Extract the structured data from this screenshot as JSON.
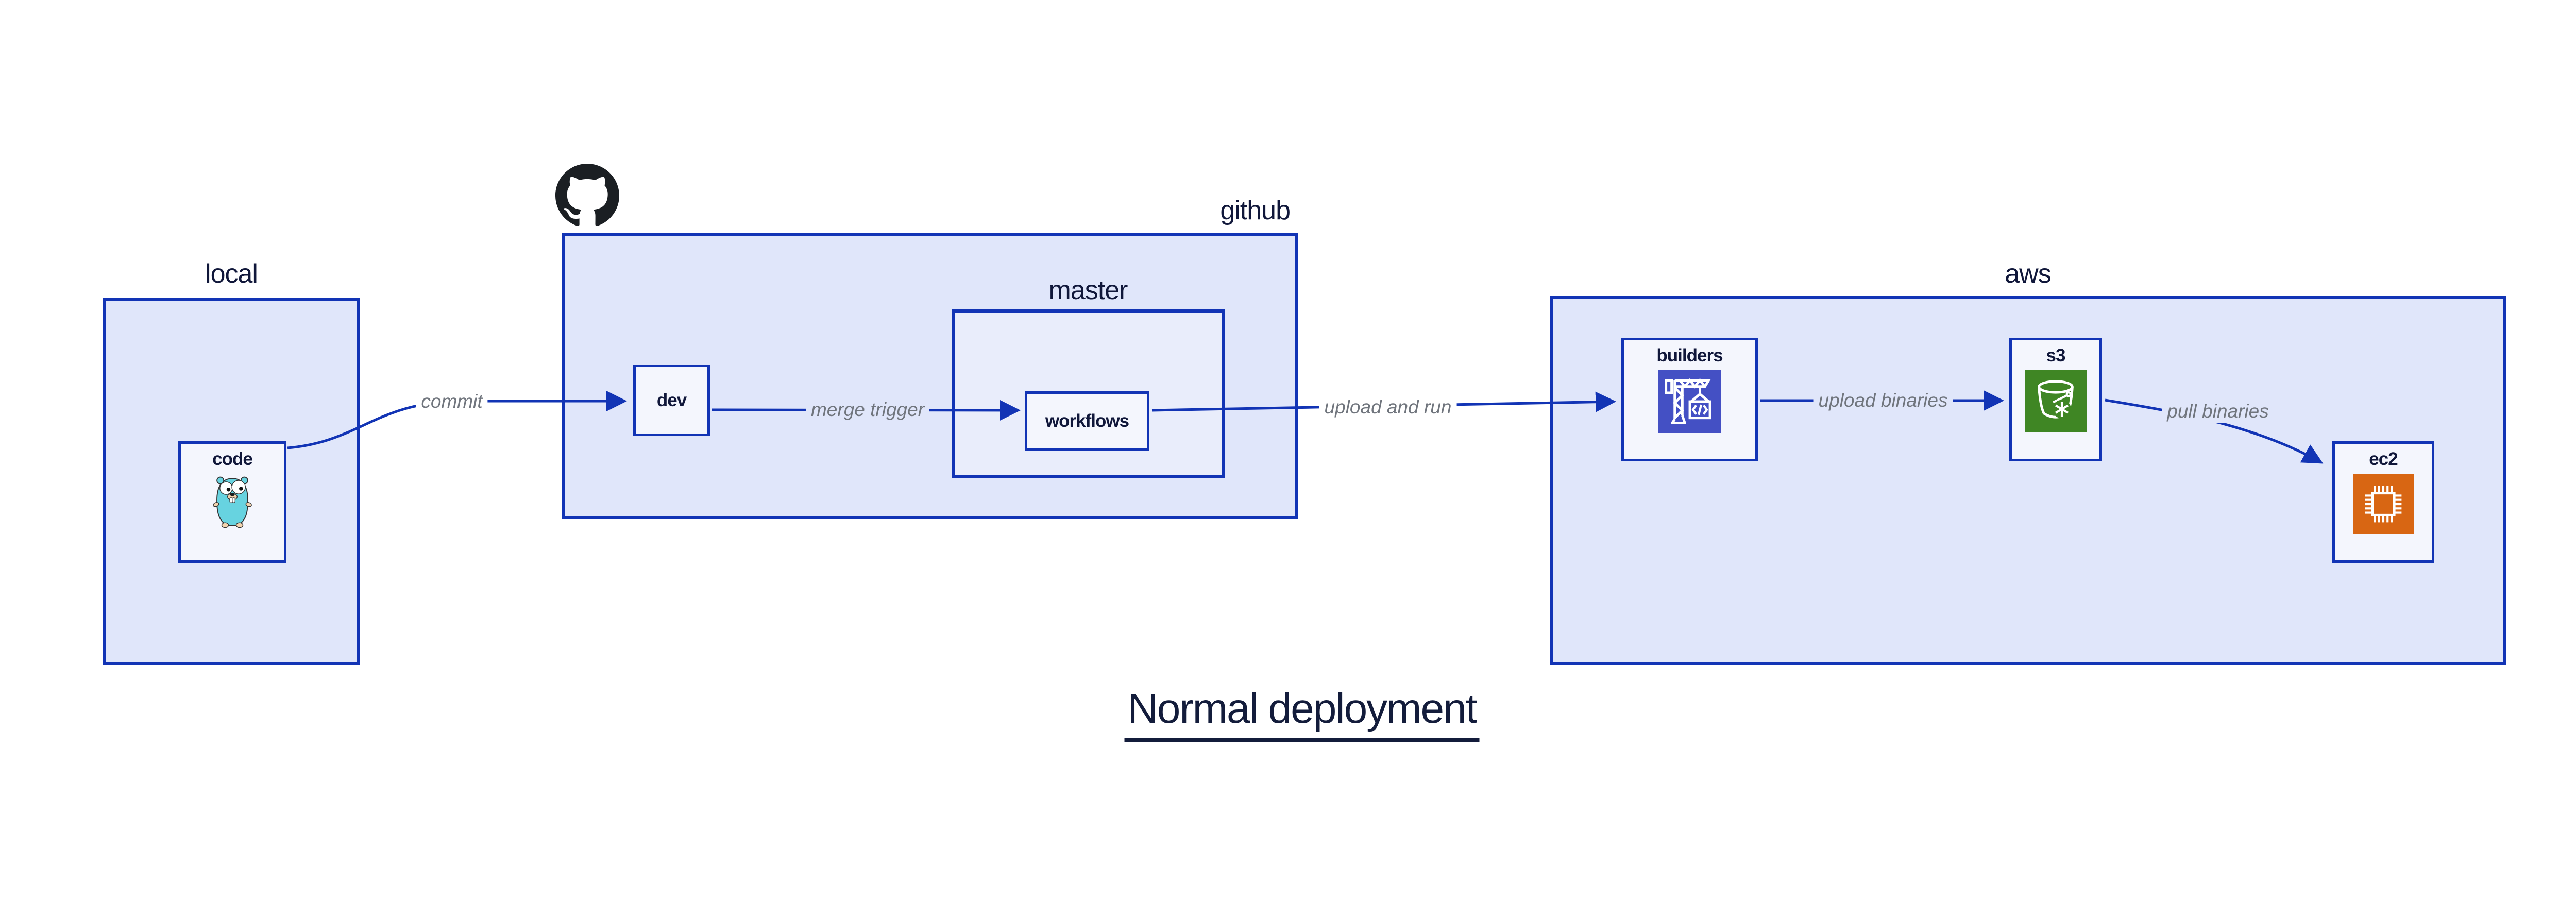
{
  "title": "Normal deployment",
  "containers": {
    "local": {
      "label": "local"
    },
    "github": {
      "label": "github",
      "badge_icon": "github-octocat-icon"
    },
    "master": {
      "label": "master"
    },
    "aws": {
      "label": "aws"
    }
  },
  "nodes": {
    "code": {
      "label": "code",
      "icon": "go-gopher-icon"
    },
    "dev": {
      "label": "dev"
    },
    "workflows": {
      "label": "workflows"
    },
    "builders": {
      "label": "builders",
      "icon": "codebuild-crane-icon"
    },
    "s3": {
      "label": "s3",
      "icon": "s3-bucket-icon"
    },
    "ec2": {
      "label": "ec2",
      "icon": "ec2-chip-icon"
    }
  },
  "edges": [
    {
      "from": "code",
      "to": "dev",
      "label": "commit"
    },
    {
      "from": "dev",
      "to": "workflows",
      "label": "merge trigger"
    },
    {
      "from": "workflows",
      "to": "builders",
      "label": "upload and run"
    },
    {
      "from": "builders",
      "to": "s3",
      "label": "upload binaries"
    },
    {
      "from": "s3",
      "to": "ec2",
      "label": "pull binaries"
    }
  ],
  "colors": {
    "edge_blue": "#1234b5",
    "container_fill": "#e0e6fa",
    "master_fill": "#e9edfb",
    "node_fill": "#f4f6fd",
    "label_navy": "#10173a",
    "edge_label_gray": "#70757d",
    "codebuild_indigo": "#4450c4",
    "s3_green": "#3f8624",
    "ec2_orange": "#d86613",
    "gopher_teal": "#67d3e0",
    "github_black": "#1b1f23"
  }
}
